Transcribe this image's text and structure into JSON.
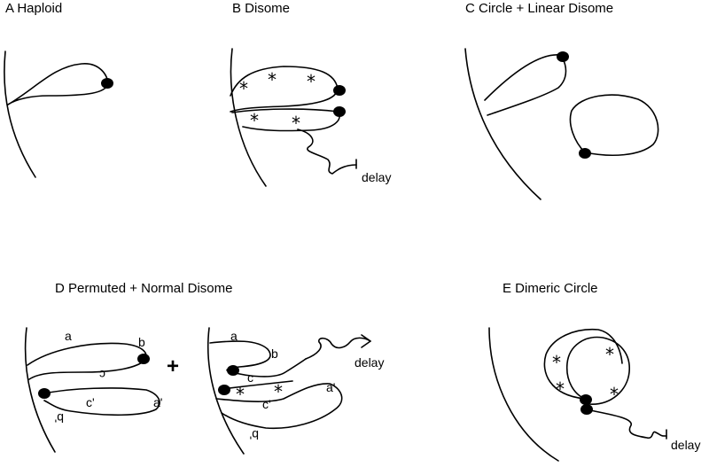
{
  "panels": {
    "A": {
      "title": "A  Haploid"
    },
    "B": {
      "title": "B  Disome",
      "delay": "delay"
    },
    "C": {
      "title": "C  Circle + Linear Disome"
    },
    "D": {
      "title": "D  Permuted + Normal Disome",
      "plus": "+",
      "left_labels": [
        "a",
        "b",
        "c",
        "c'",
        "a'",
        "b'"
      ],
      "right_labels": [
        "a",
        "b",
        "c",
        "c'",
        "a'",
        "b'"
      ],
      "delay": "delay"
    },
    "E": {
      "title": "E  Dimeric Circle",
      "delay": "delay"
    }
  },
  "marker": "*"
}
